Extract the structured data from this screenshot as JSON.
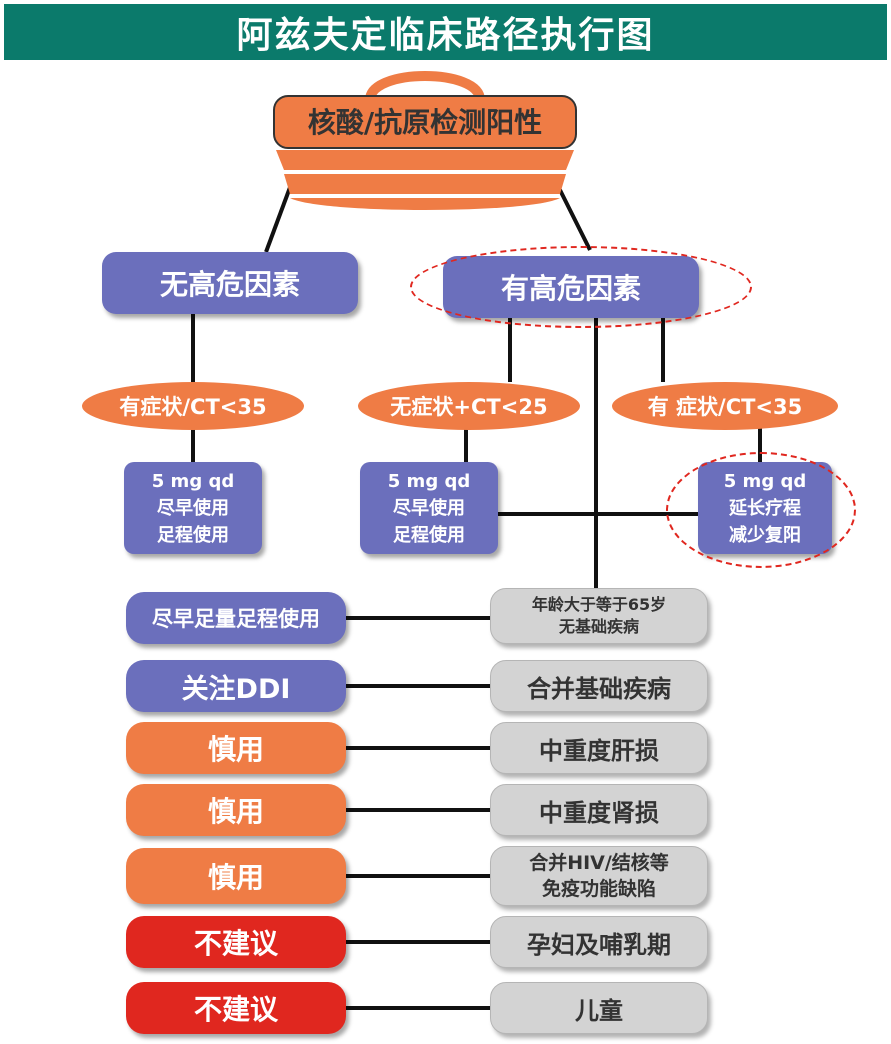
{
  "title": "阿兹夫定临床路径执行图",
  "root": "核酸/抗原检测阳性",
  "branches": {
    "no_risk": "无高危因素",
    "risk": "有高危因素"
  },
  "conditions": {
    "left": "有症状/CT<35",
    "middle": "无症状+CT<25",
    "right": "有 症状/CT<35"
  },
  "doses": {
    "left": [
      "5 mg qd",
      "尽早使用",
      "足程使用"
    ],
    "middle": [
      "5 mg qd",
      "尽早使用",
      "足程使用"
    ],
    "right": [
      "5 mg qd",
      "延长疗程",
      "减少复阳"
    ]
  },
  "rows": [
    {
      "action": "尽早足量足程使用",
      "population": [
        "年龄大于等于65岁",
        "无基础疾病"
      ],
      "color": "purple"
    },
    {
      "action": "关注DDI",
      "population": [
        "合并基础疾病"
      ],
      "color": "purple"
    },
    {
      "action": "慎用",
      "population": [
        "中重度肝损"
      ],
      "color": "orange"
    },
    {
      "action": "慎用",
      "population": [
        "中重度肾损"
      ],
      "color": "orange"
    },
    {
      "action": "慎用",
      "population": [
        "合并HIV/结核等",
        "免疫功能缺陷"
      ],
      "color": "orange"
    },
    {
      "action": "不建议",
      "population": [
        "孕妇及哺乳期"
      ],
      "color": "red"
    },
    {
      "action": "不建议",
      "population": [
        "儿童"
      ],
      "color": "red"
    }
  ],
  "colors": {
    "header": "#0b7a6b",
    "purple": "#6b6fbc",
    "orange": "#ef7c45",
    "red": "#e0271f",
    "grey": "#d3d3d3"
  }
}
